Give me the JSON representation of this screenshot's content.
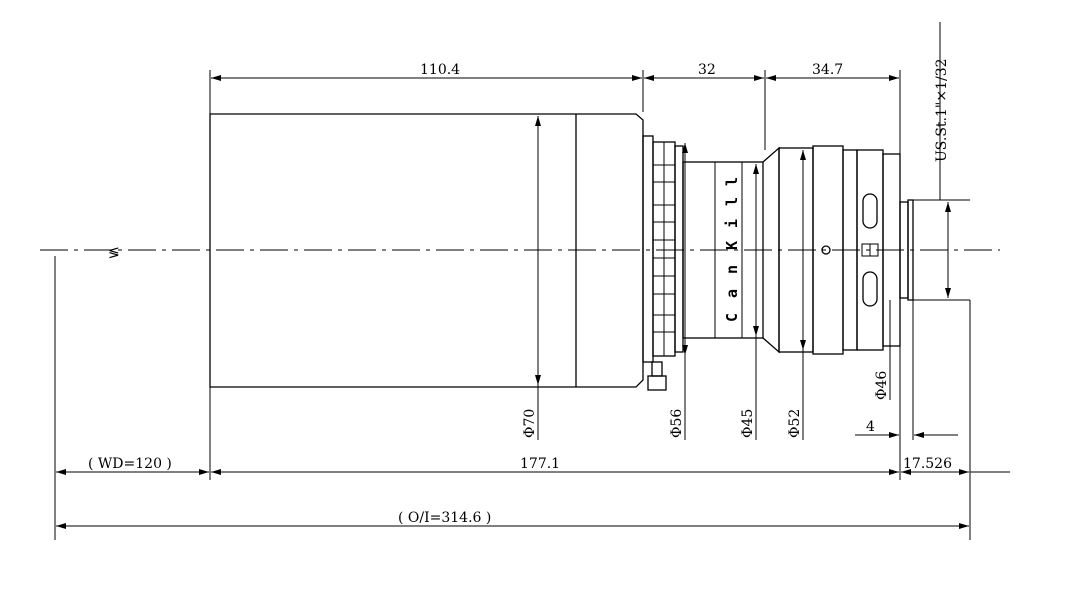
{
  "drawing": {
    "dimensions": {
      "body_length": "110.4",
      "mount_length": "32",
      "front_length": "34.7",
      "thread": "US.St.1\"×1/32",
      "dia_70": "Φ70",
      "dia_56": "Φ56",
      "dia_45": "Φ45",
      "dia_52": "Φ52",
      "dia_46": "Φ46",
      "flange_4": "4",
      "working_distance": "( WD=120 )",
      "total_length": "177.1",
      "back_focal": "17.526",
      "object_to_image": "( O/I=314.6 )"
    },
    "brand_text": "CanKill",
    "brand_letters": [
      "C",
      "a",
      "n",
      "K",
      "i",
      "l",
      "l"
    ],
    "break_symbol": "≶"
  }
}
